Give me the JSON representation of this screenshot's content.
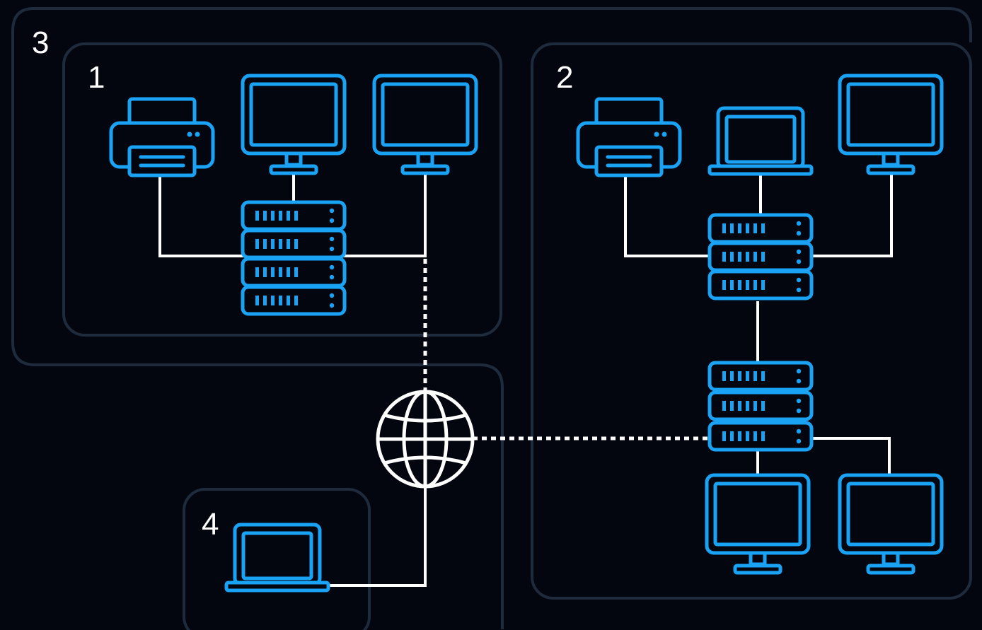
{
  "diagram": {
    "zones": [
      {
        "id": "zone-3",
        "label": "3"
      },
      {
        "id": "zone-1",
        "label": "1"
      },
      {
        "id": "zone-2",
        "label": "2"
      },
      {
        "id": "zone-4",
        "label": "4"
      }
    ],
    "colors": {
      "background": "#03060f",
      "device": "#1aa3f5",
      "wire": "#ffffff",
      "zone_border": "#1e2b3d",
      "label": "#ffffff"
    },
    "icons": [
      "printer-icon",
      "monitor-icon",
      "laptop-icon",
      "server-rack-icon",
      "globe-icon"
    ]
  }
}
